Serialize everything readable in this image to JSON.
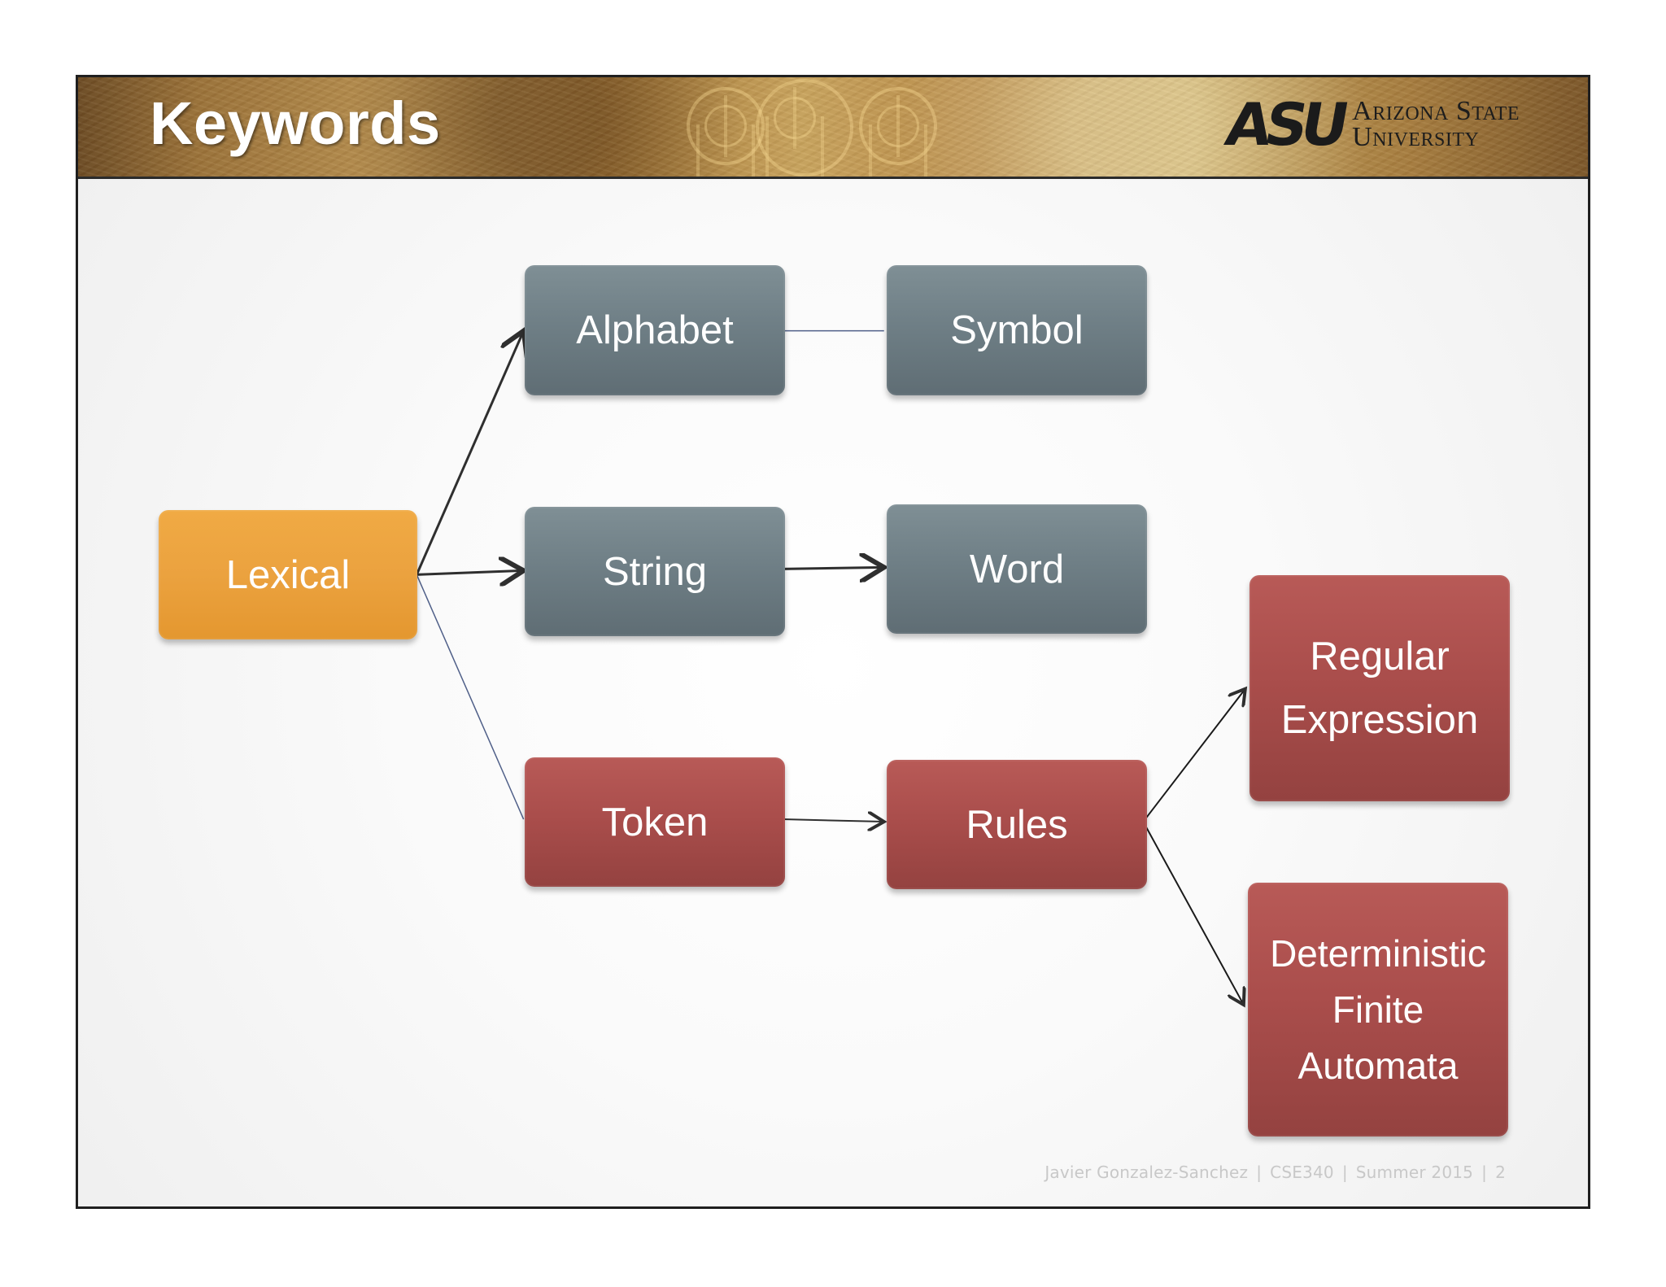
{
  "slide": {
    "title": "Keywords",
    "logo": {
      "mark": "ASU",
      "line1": "Arizona State",
      "line2": "University"
    },
    "footer": {
      "author": "Javier Gonzalez-Sanchez",
      "course": "CSE340",
      "term": "Summer 2015",
      "page": "2"
    }
  },
  "diagram": {
    "colors": {
      "orange": "#eba23f",
      "gray": "#6f7f86",
      "red": "#a94d4b",
      "connector_blue": "#4f5f88",
      "connector_dark": "#2f2f2f"
    },
    "nodes": {
      "lexical": "Lexical",
      "alphabet": "Alphabet",
      "symbol": "Symbol",
      "string": "String",
      "word": "Word",
      "token": "Token",
      "rules": "Rules",
      "regular_expression": "Regular\nExpression",
      "dfa": "Deterministic\nFinite\nAutomata"
    },
    "edges": [
      {
        "from": "lexical",
        "to": "alphabet",
        "style": "arrow"
      },
      {
        "from": "lexical",
        "to": "string",
        "style": "arrow"
      },
      {
        "from": "lexical",
        "to": "token",
        "style": "line"
      },
      {
        "from": "alphabet",
        "to": "symbol",
        "style": "line"
      },
      {
        "from": "string",
        "to": "word",
        "style": "arrow"
      },
      {
        "from": "token",
        "to": "rules",
        "style": "arrow"
      },
      {
        "from": "rules",
        "to": "regular_expression",
        "style": "arrow"
      },
      {
        "from": "rules",
        "to": "dfa",
        "style": "arrow"
      }
    ]
  }
}
